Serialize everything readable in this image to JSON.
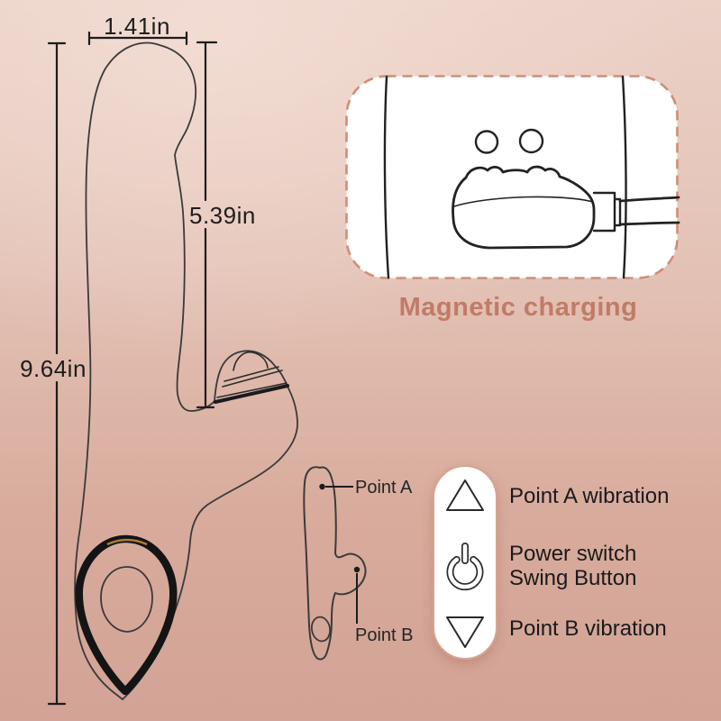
{
  "background": {
    "gradient_top": "#ebd1c7",
    "gradient_bottom": "#d2a396"
  },
  "measurements": {
    "top_width": "1.41in",
    "shaft_length": "5.39in",
    "total_length": "9.64in"
  },
  "charging_inset": {
    "caption": "Magnetic charging",
    "caption_color": "#c07b68",
    "border_color": "#cf8d78"
  },
  "mini_diagram": {
    "point_a_label": "Point A",
    "point_b_label": "Point B"
  },
  "control_legend": {
    "items": [
      {
        "icon": "triangle-up-icon",
        "lines": [
          "Point A wibration"
        ]
      },
      {
        "icon": "power-icon",
        "lines": [
          "Power switch",
          "Swing Button"
        ]
      },
      {
        "icon": "triangle-down-icon",
        "lines": [
          "Point B vibration"
        ]
      }
    ]
  },
  "drawing_colors": {
    "outline": "#3a3a3a",
    "dimension_lines": "#1c1c1c",
    "handle_ring": "#141414",
    "handle_glint": "#c08a33"
  }
}
